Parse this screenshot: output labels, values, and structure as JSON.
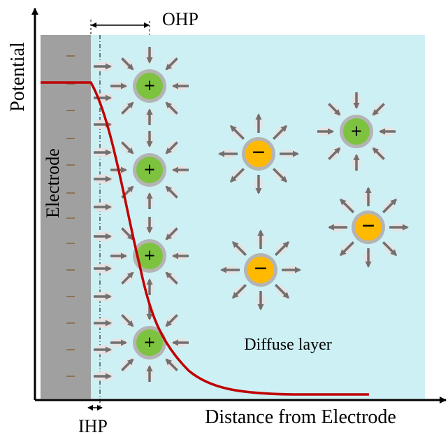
{
  "labels": {
    "y_axis": "Potential",
    "x_axis": "Distance from Electrode",
    "electrode": "Electrode",
    "ohp": "OHP",
    "ihp": "IHP",
    "diffuse_layer": "Diffuse layer"
  },
  "signs": {
    "cation": "+",
    "anion": "−",
    "surface_charge": "−"
  },
  "colors": {
    "electrode": "#a0a0a0",
    "solution": "#cdf0f4",
    "potential_curve": "#c00000",
    "cation_fill": "#7dc33f",
    "anion_fill": "#ffb900",
    "ion_ring": "#b4b4b4",
    "arrow": "#707070",
    "water_blob": "#e6e2e2",
    "surface_mark": "#8b7355"
  },
  "icons": {
    "cation": "solvated-cation-icon",
    "anion": "solvated-anion-icon",
    "water_dipole": "water-dipole-arrow-icon"
  }
}
